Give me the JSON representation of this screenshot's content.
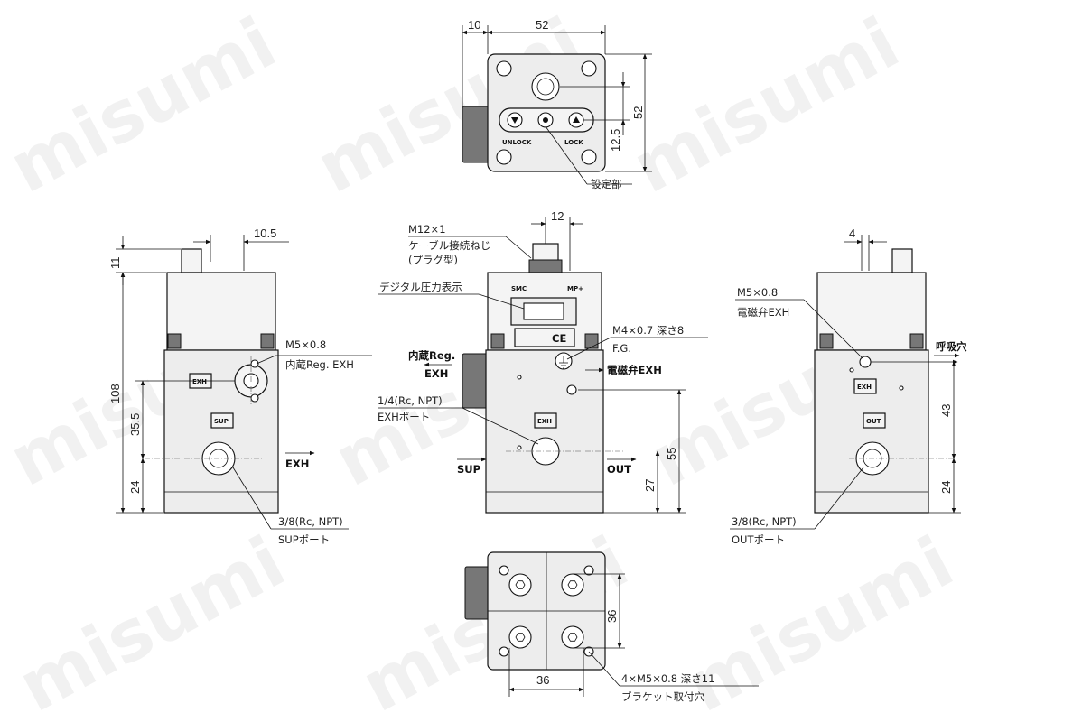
{
  "watermark": "misumi",
  "top_view": {
    "dim_10": "10",
    "dim_52_width": "52",
    "dim_52_height": "52",
    "dim_12_5": "12.5",
    "unlock": "UNLOCK",
    "lock": "LOCK",
    "callout_setting": "設定部"
  },
  "left_view": {
    "dim_10_5": "10.5",
    "dim_11": "11",
    "dim_108": "108",
    "dim_35_5": "35.5",
    "dim_24": "24",
    "callout_m5": "M5×0.8",
    "callout_internal_exh": "内蔵Reg. EXH",
    "label_exh_box": "EXH",
    "label_sup_box": "SUP",
    "arrow_exh": "EXH",
    "callout_port_size": "3/8(Rc, NPT)",
    "callout_sup_port": "SUPポート"
  },
  "front_view": {
    "dim_12": "12",
    "callout_m12": "M12×1",
    "callout_cable": "ケーブル接続ねじ",
    "callout_plug": "(プラグ型)",
    "callout_display": "デジタル圧力表示",
    "callout_m4": "M4×0.7 深さ8",
    "callout_fg": "F.G.",
    "label_internal_reg": "内蔵Reg.",
    "label_exh": "EXH",
    "arrow_solenoid_exh": "電磁弁EXH",
    "callout_quarter": "1/4(Rc, NPT)",
    "callout_exh_port": "EXHポート",
    "label_exh_box": "EXH",
    "arrow_sup": "SUP",
    "arrow_out": "OUT",
    "dim_55": "55",
    "dim_27": "27",
    "logo": "SMC",
    "model_mark": "MP+",
    "ce": "CE"
  },
  "right_view": {
    "dim_4": "4",
    "callout_m5": "M5×0.8",
    "callout_solenoid_exh": "電磁弁EXH",
    "arrow_breather": "呼吸穴",
    "label_exh_box": "EXH",
    "label_out_box": "OUT",
    "dim_43": "43",
    "dim_24": "24",
    "callout_port_size": "3/8(Rc, NPT)",
    "callout_out_port": "OUTポート"
  },
  "bottom_view": {
    "dim_36_vertical": "36",
    "dim_36_horizontal": "36",
    "callout_bracket_screw": "4×M5×0.8 深さ11",
    "callout_bracket_hole": "ブラケット取付穴"
  }
}
